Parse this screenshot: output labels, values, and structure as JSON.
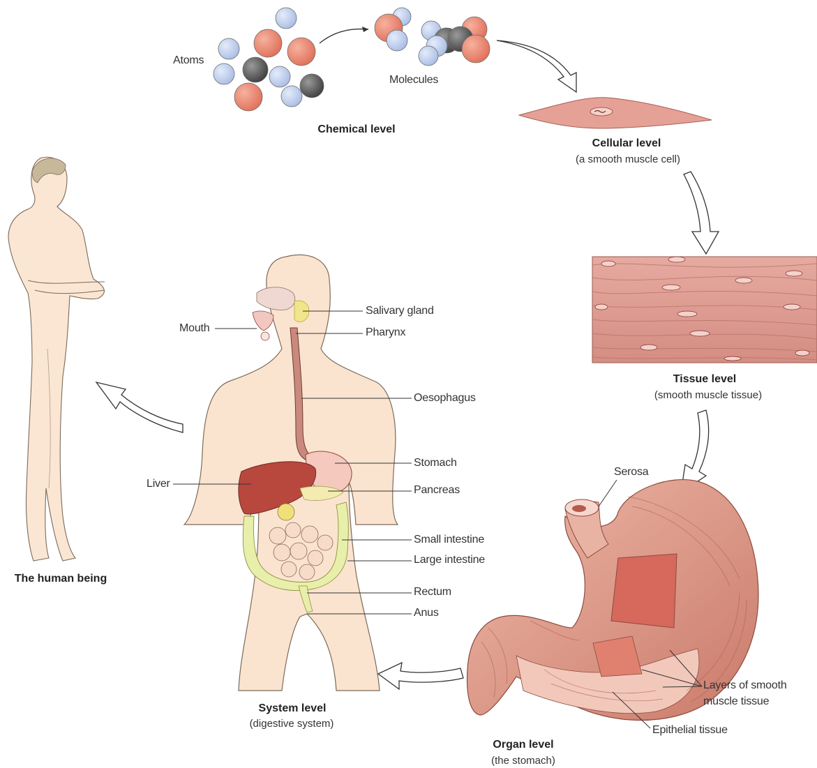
{
  "levels": {
    "chemical": {
      "title": "Chemical level",
      "atoms_label": "Atoms",
      "molecules_label": "Molecules"
    },
    "cellular": {
      "title": "Cellular level",
      "subtitle": "(a smooth muscle cell)"
    },
    "tissue": {
      "title": "Tissue level",
      "subtitle": "(smooth muscle tissue)"
    },
    "organ": {
      "title": "Organ level",
      "subtitle": "(the stomach)"
    },
    "system": {
      "title": "System level",
      "subtitle": "(digestive system)"
    },
    "human": {
      "title": "The human being"
    }
  },
  "system_labels": {
    "mouth": "Mouth",
    "salivary_gland": "Salivary gland",
    "pharynx": "Pharynx",
    "oesophagus": "Oesophagus",
    "stomach": "Stomach",
    "liver": "Liver",
    "pancreas": "Pancreas",
    "small_intestine": "Small intestine",
    "large_intestine": "Large intestine",
    "rectum": "Rectum",
    "anus": "Anus"
  },
  "organ_labels": {
    "serosa": "Serosa",
    "layers": "Layers of smooth\nmuscle tissue",
    "layers_line1": "Layers of smooth",
    "layers_line2": "muscle tissue",
    "epithelial": "Epithelial tissue"
  },
  "colors": {
    "atom_blue": "#b9c9ea",
    "atom_red": "#ec8a72",
    "atom_gray": "#5f5f5f",
    "skin": "#fbe4cf",
    "muscle": "#d98f86",
    "liver": "#b8473d",
    "intestine": "#e8efaa"
  }
}
